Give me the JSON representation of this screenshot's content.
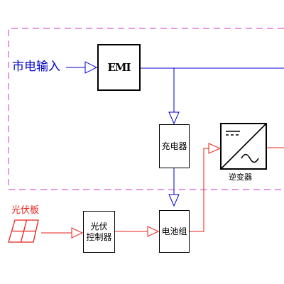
{
  "diagram": {
    "grid_input_label": "市电输入",
    "emi_label": "EMI",
    "charger_label": "充电器",
    "inverter_label": "逆变器",
    "pv_panel_label": "光伏板",
    "pv_controller_label_line1": "光伏",
    "pv_controller_label_line2": "控制器",
    "battery_label": "电池组"
  },
  "colors": {
    "grid_path": "#0000cc",
    "solar_path": "#e8221a",
    "enclosure_border": "#cc33cc",
    "block_border": "#000000"
  }
}
